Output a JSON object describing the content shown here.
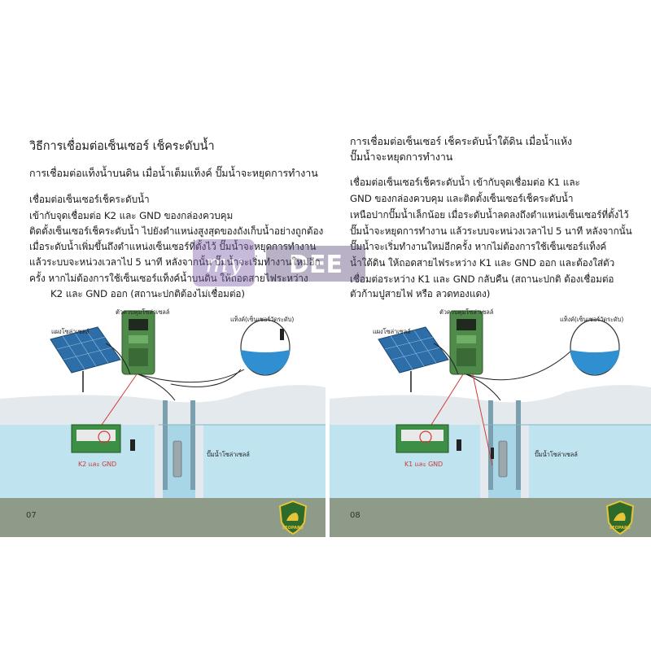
{
  "left_page": {
    "title": "วิธีการเชื่อมต่อเซ็นเซอร์ เช็คระดับน้ำ",
    "subtitle": "การเชื่อมต่อแท็งน้ำบนดิน เมื่อน้ำเต็มแท็งค์ ปั๊มน้ำจะหยุดการทำงาน",
    "body": [
      "เชื่อมต่อเซ็นเซอร์เช็คระดับน้ำ",
      "เข้ากับจุดเชื่อมต่อ K2 และ GND ของกล่องควบคุม",
      "ติดตั้งเซ็นเซอร์เช็คระดับน้ำ ไปยังตำแหน่งสูงสุดของถังเก็บน้ำอย่างถูกต้อง",
      "เมื่อระดับน้ำเพิ่มขึ้นถึงตำแหน่งเซ็นเซอร์ที่ตั้งไว้ ปั๊มน้ำจะหยุดการทำงาน",
      "แล้วระบบจะหน่วงเวลาไป 5 นาที หลังจากนั้น ปั๊มน้ำจะเริ่มทำงานใหม่อีก",
      "ครั้ง   หากไม่ต้องการใช้เซ็นเซอร์แท็งค์น้ำบนดิน ให้ถอดสายไฟระหว่าง",
      "K2 และ GND ออก (สถานะปกติต้องไม่เชื่อมต่อ)"
    ],
    "diagram": {
      "panel_label": "แผงโซล่าเซลล์",
      "controller_label": "ตัวควบคุมโซล่าเซลล์",
      "tank_label": "แท็งค์(เซ็นเซอร์วัดระดับ)",
      "pump_label": "ปั๊มน้ำโซล่าเซลล์",
      "terminal_label": "K2 และ GND"
    },
    "page_number": "07"
  },
  "right_page": {
    "title_lines": [
      "การเชื่อมต่อเซ็นเซอร์ เช็คระดับน้ำใต้ดิน เมื่อน้ำแห้ง",
      "ปั๊มน้ำจะหยุดการทำงาน"
    ],
    "body": [
      "เชื่อมต่อเซ็นเซอร์เช็คระดับน้ำ เข้ากับจุดเชื่อมต่อ K1 และ",
      "GND ของกล่องควบคุม และติดตั้งเซ็นเซอร์เช็คระดับน้ำ",
      "เหนือปากปั๊มน้ำเล็กน้อย เมื่อระดับน้ำลดลงถึงตำแหน่งเซ็นเซอร์ที่ตั้งไว้",
      "ปั๊มน้ำจะหยุดการทำงาน แล้วระบบจะหน่วงเวลาไป 5 นาที หลังจากนั้น",
      "ปั๊มน้ำจะเริ่มทำงานใหม่อีกครั้ง    หากไม่ต้องการใช้เซ็นเซอร์แท็งค์",
      "น้ำใต้ดิน ให้ถอดสายไฟระหว่าง K1 และ GND ออก และต้องใส่ตัว",
      "เชื่อมต่อระหว่าง K1 และ GND กลับคืน (สถานะปกติ ต้องเชื่อมต่อ",
      "ตัวก้ามปูสายไฟ หรือ ลวดทองแดง)"
    ],
    "diagram": {
      "panel_label": "แผงโซล่าเซลล์",
      "controller_label": "ตัวควบคุมโซล่าเซลล์",
      "tank_label": "แท็งค์(เซ็นเซอร์วัดระดับ)",
      "pump_label": "ปั๊มน้ำโซล่าเซลล์",
      "terminal_label": "K1 และ GND"
    },
    "page_number": "08"
  },
  "logo_text": "LEOPARD",
  "watermark": {
    "text_left": "my",
    "text_right": "DEE"
  },
  "colors": {
    "footer": "#8d9b88",
    "water": "#bfe3ef",
    "ground": "#dfe6ea",
    "wire_red": "#d23b3b",
    "controller_green": "#4f8a4a",
    "logo_yellow": "#e6c53a"
  }
}
